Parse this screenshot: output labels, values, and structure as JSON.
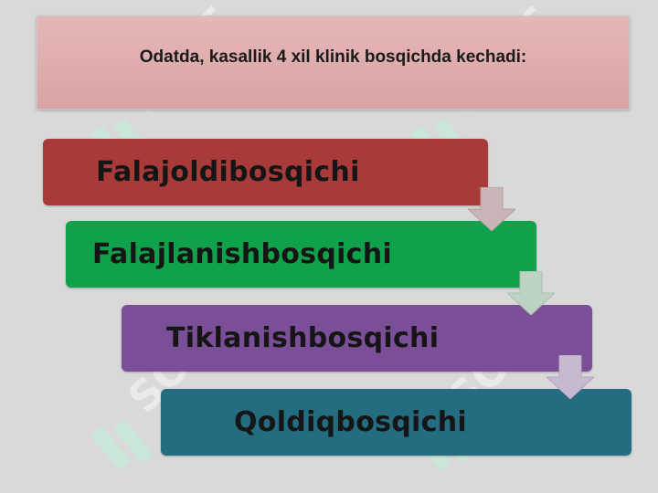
{
  "title": "Odatda, kasallik 4 xil klinik bosqichda kechadi:",
  "stages": [
    {
      "label": "Falajoldibosqichi",
      "color": "#a83b3a"
    },
    {
      "label": "Falajlanishbosqichi",
      "color": "#10a14b"
    },
    {
      "label": "Tiklanishbosqichi",
      "color": "#7a4f98"
    },
    {
      "label": "Qoldiqbosqichi",
      "color": "#246c80"
    }
  ],
  "watermark": {
    "text": "SOFT",
    "icon": "soft-logo-icon"
  }
}
